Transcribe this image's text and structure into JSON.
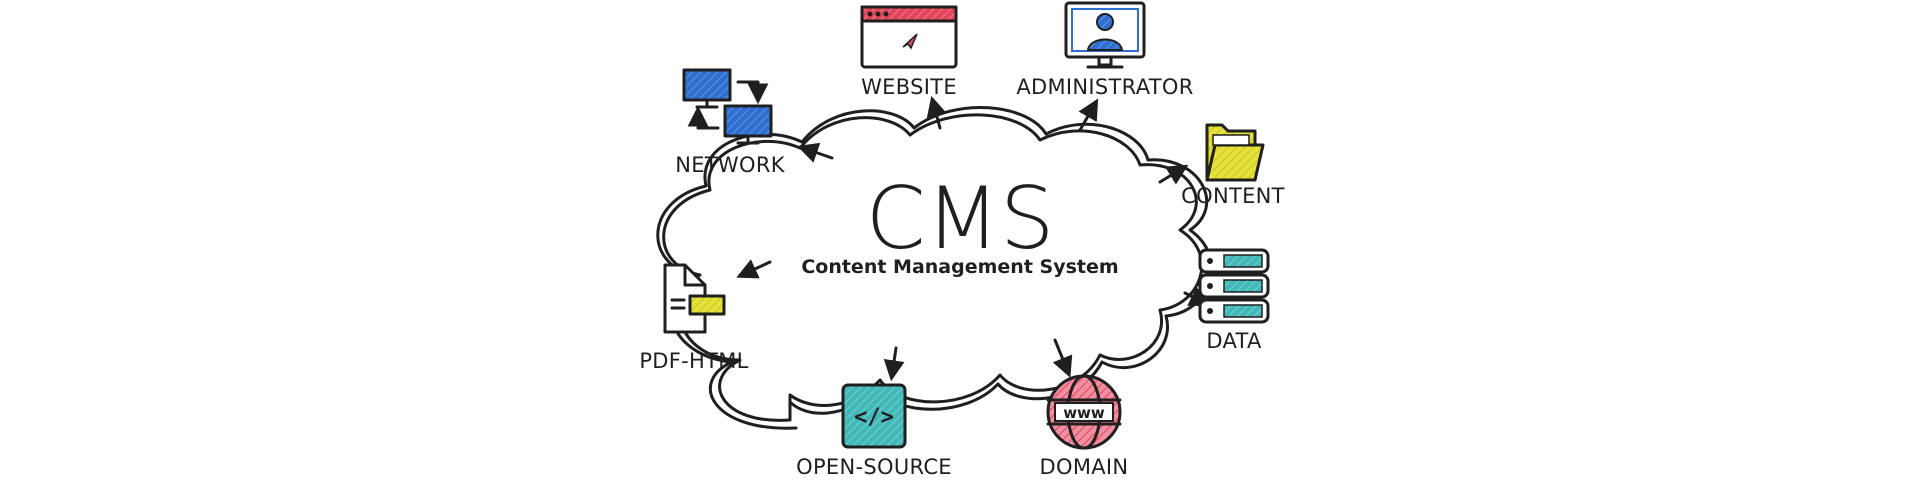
{
  "center": {
    "title": "CMS",
    "subtitle": "Content Management System"
  },
  "nodes": {
    "website": "WEBSITE",
    "administrator": "ADMINISTRATOR",
    "network": "NETWORK",
    "content": "CONTENT",
    "pdf_html": "PDF-HTML",
    "data": "DATA",
    "open_source": "OPEN-SOURCE",
    "domain": "DOMAIN",
    "code_glyph": "</>",
    "www_glyph": "www"
  },
  "colors": {
    "ink": "#1f1f1f",
    "blue": "#2f6fd0",
    "red": "#e0455a",
    "yellow": "#e6e23a",
    "teal": "#43b8b8",
    "pink": "#f08fa0"
  },
  "icons": {
    "website": "browser-window-icon",
    "administrator": "user-monitor-icon",
    "network": "network-computers-icon",
    "content": "folder-icon",
    "pdf_html": "document-icon",
    "data": "server-stack-icon",
    "open_source": "code-icon",
    "domain": "globe-www-icon"
  }
}
